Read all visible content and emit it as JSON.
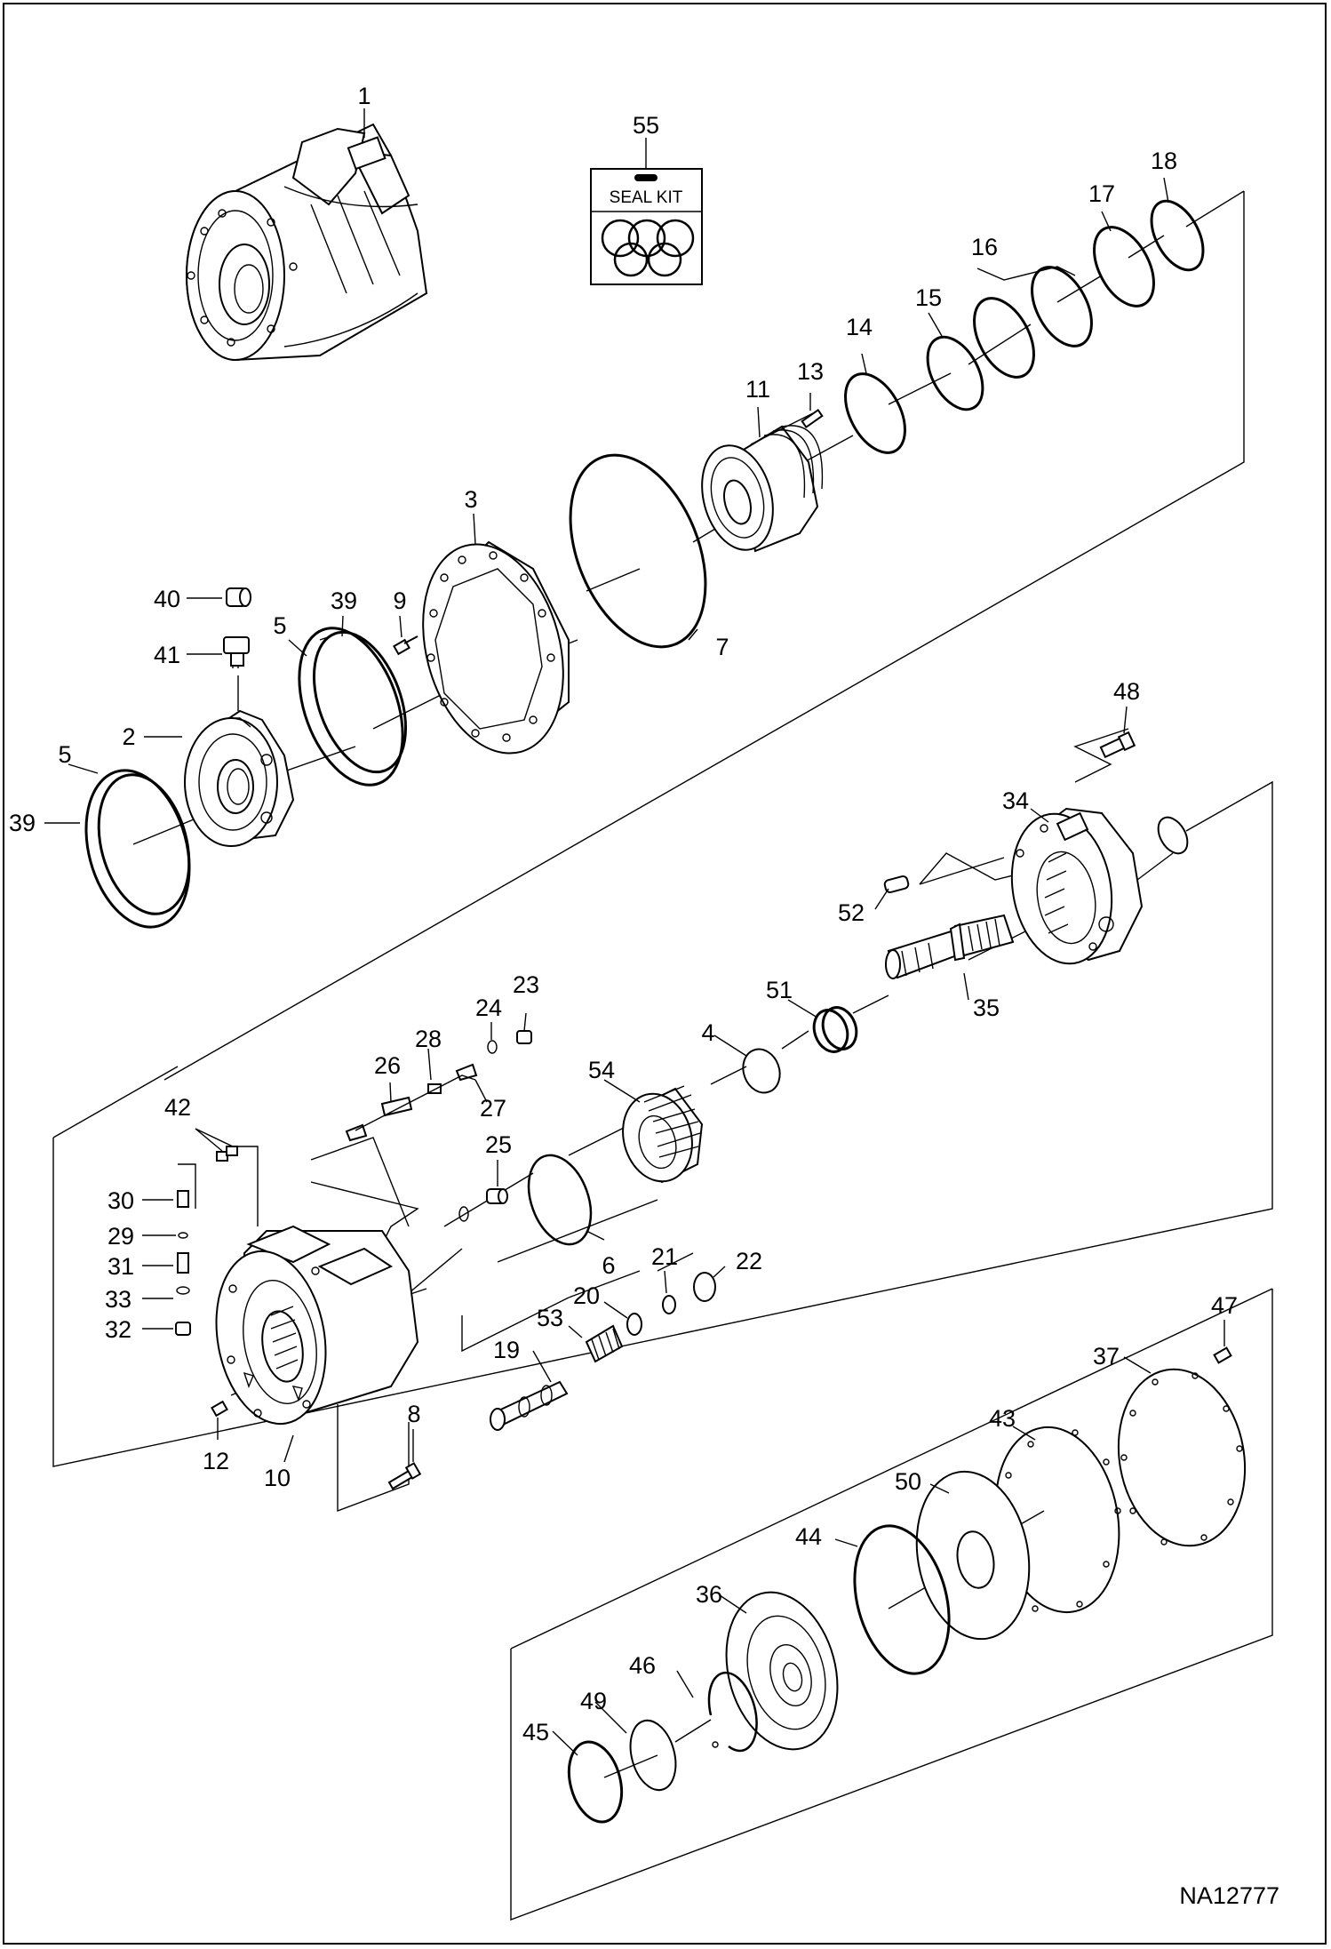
{
  "seal_kit": {
    "label": "SEAL KIT"
  },
  "drawing_number": "NA12777",
  "callouts": {
    "c1": "1",
    "c2": "2",
    "c3": "3",
    "c4": "4",
    "c5a": "5",
    "c5b": "5",
    "c6": "6",
    "c7": "7",
    "c8": "8",
    "c9": "9",
    "c10": "10",
    "c11": "11",
    "c12": "12",
    "c13": "13",
    "c14": "14",
    "c15": "15",
    "c16": "16",
    "c17": "17",
    "c18": "18",
    "c19": "19",
    "c20": "20",
    "c21": "21",
    "c22": "22",
    "c23": "23",
    "c24": "24",
    "c25": "25",
    "c26": "26",
    "c27": "27",
    "c28": "28",
    "c29": "29",
    "c30": "30",
    "c31": "31",
    "c32": "32",
    "c33": "33",
    "c34": "34",
    "c35": "35",
    "c36": "36",
    "c37": "37",
    "c39a": "39",
    "c39b": "39",
    "c40": "40",
    "c41": "41",
    "c42": "42",
    "c43": "43",
    "c44": "44",
    "c45": "45",
    "c46": "46",
    "c47": "47",
    "c48": "48",
    "c49": "49",
    "c50": "50",
    "c51": "51",
    "c52": "52",
    "c53": "53",
    "c54": "54",
    "c55": "55"
  }
}
